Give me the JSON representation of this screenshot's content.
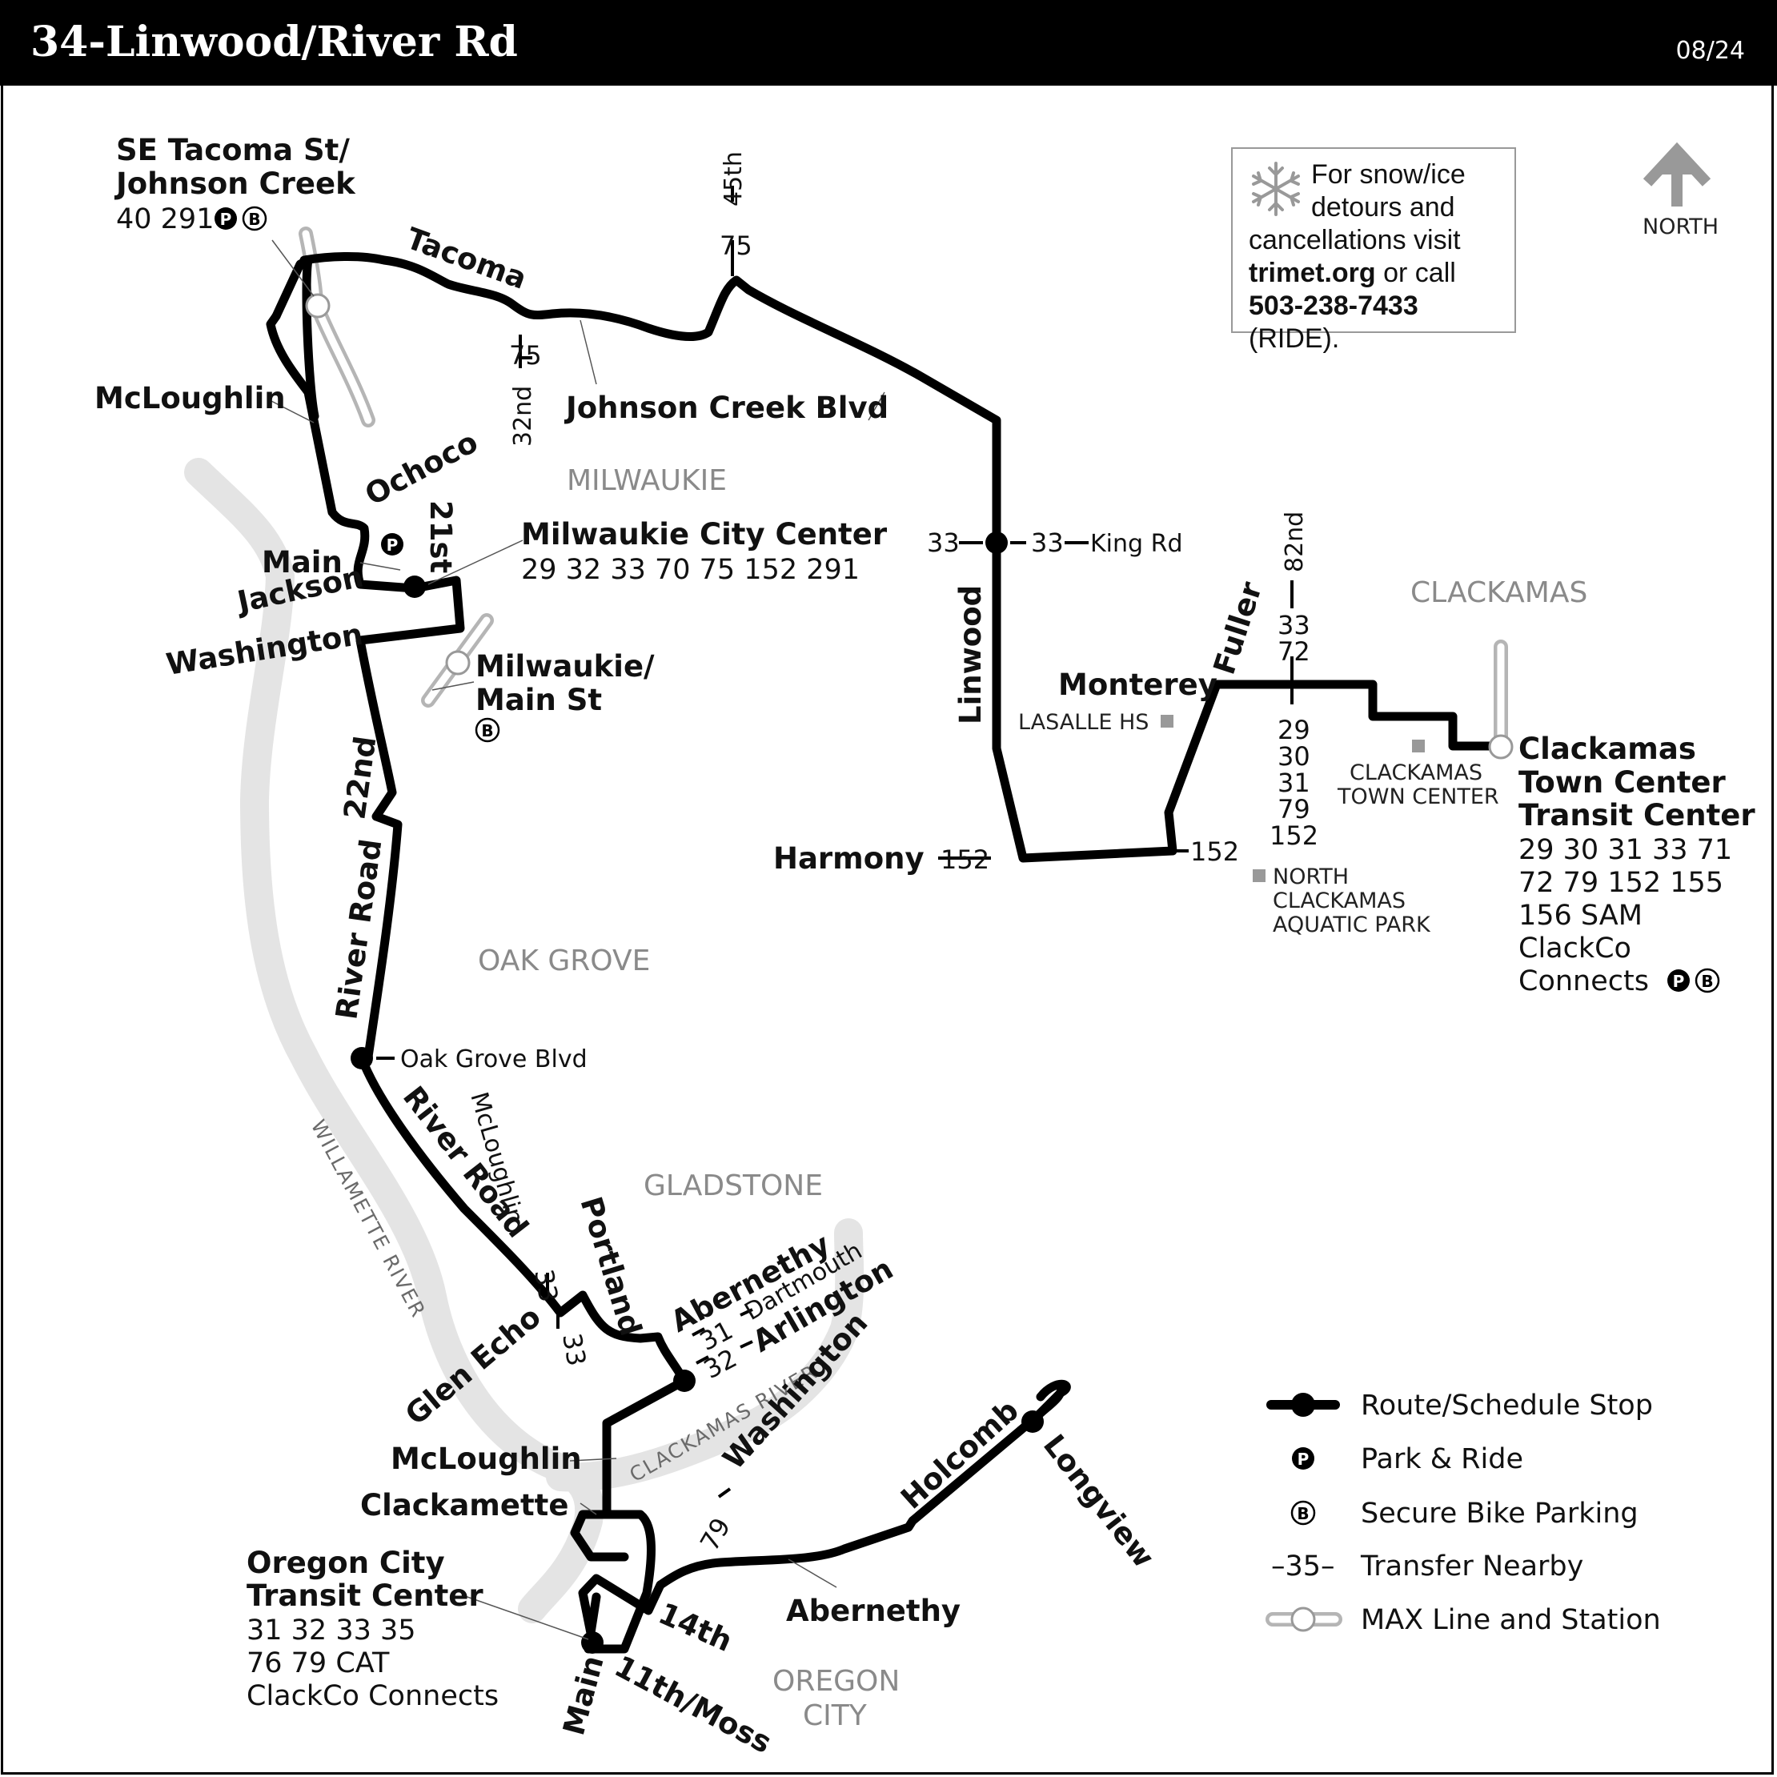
{
  "header": {
    "title": "34-Linwood/River Rd",
    "date": "08/24"
  },
  "north": {
    "label": "NORTH"
  },
  "snow_notice": {
    "line1": "For snow/ice",
    "line2": "detours and",
    "line3": "cancellations visit",
    "site": "trimet.org",
    "or_call": " or call",
    "phone": "503-238-7433",
    "ride": " (RIDE)."
  },
  "areas": {
    "milwaukie": "MILWAUKIE",
    "clackamas": "CLACKAMAS",
    "oak_grove": "OAK GROVE",
    "gladstone": "GLADSTONE",
    "oregon_city_1": "OREGON",
    "oregon_city_2": "CITY"
  },
  "rivers": {
    "willamette": "WILLAMETTE RIVER",
    "clackamas": "CLACKAMAS RIVER"
  },
  "stops": {
    "tacoma": {
      "name1": "SE Tacoma St/",
      "name2": "Johnson Creek",
      "routes": "40 291"
    },
    "milwaukie_cc": {
      "name": "Milwaukie City Center",
      "routes": "29 32 33 70 75 152 291"
    },
    "milwaukie_main": {
      "name1": "Milwaukie/",
      "name2": "Main St"
    },
    "ctc": {
      "name1": "Clackamas",
      "name2": "Town Center",
      "name3": "Transit Center",
      "routes1": "29 30 31 33 71",
      "routes2": "72 79 152 155",
      "routes3": "156 SAM",
      "routes4": "ClackCo",
      "routes5": "Connects"
    },
    "octc": {
      "name1": "Oregon City",
      "name2": "Transit Center",
      "routes1": "31 32 33 35",
      "routes2": "76 79 CAT",
      "routes3": "ClackCo Connects"
    },
    "oak_grove": "Oak Grove Blvd",
    "king_rd": "King Rd"
  },
  "streets": {
    "tacoma": "Tacoma",
    "mcloughlin": "McLoughlin",
    "johnson_creek": "Johnson Creek Blvd",
    "ochoco": "Ochoco",
    "main": "Main",
    "jackson": "Jackson",
    "st21": "21st",
    "washington": "Washington",
    "nd22": "22nd",
    "river_road": "River Road",
    "linwood": "Linwood",
    "monterey": "Monterey",
    "fuller": "Fuller",
    "nd82": "82nd",
    "harmony": "Harmony",
    "portland": "Portland",
    "abernethy": "Abernethy",
    "dartmouth": "Dartmouth",
    "arlington": "Arlington",
    "glen_echo": "Glen Echo",
    "clackamette": "Clackamette",
    "holcomb": "Holcomb",
    "longview": "Longview",
    "th14": "14th",
    "moss": "11th/Moss",
    "nd32": "32nd",
    "th45": "45th"
  },
  "transfers": {
    "r75a": "75",
    "r75b": "75",
    "r33a": "33",
    "r33b": "33",
    "r33_72": [
      "33",
      "72"
    ],
    "r152a": "152",
    "r152b": "152",
    "r29group": [
      "29",
      "30",
      "31",
      "79",
      "152"
    ],
    "r33c": "33",
    "r33d": "33",
    "r31": "31",
    "r32": "32",
    "r79": "79"
  },
  "pois": {
    "lasalle": "LASALLE HS",
    "ctc_mall1": "CLACKAMAS",
    "ctc_mall2": "TOWN CENTER",
    "aquatic1": "NORTH",
    "aquatic2": "CLACKAMAS",
    "aquatic3": "AQUATIC PARK"
  },
  "legend": {
    "route_stop": "Route/Schedule Stop",
    "park_ride": "Park & Ride",
    "bike": "Secure Bike Parking",
    "transfer_sym": "–35–",
    "transfer": "Transfer Nearby",
    "max": "MAX Line and Station"
  },
  "icons": [
    "north-arrow-icon",
    "snowflake-icon",
    "park-ride-icon",
    "bike-parking-icon"
  ],
  "colors": {
    "route": "#000000",
    "river": "#e4e4e4",
    "max_line": "#b5b5b5",
    "area_label": "#8a8a8a"
  }
}
